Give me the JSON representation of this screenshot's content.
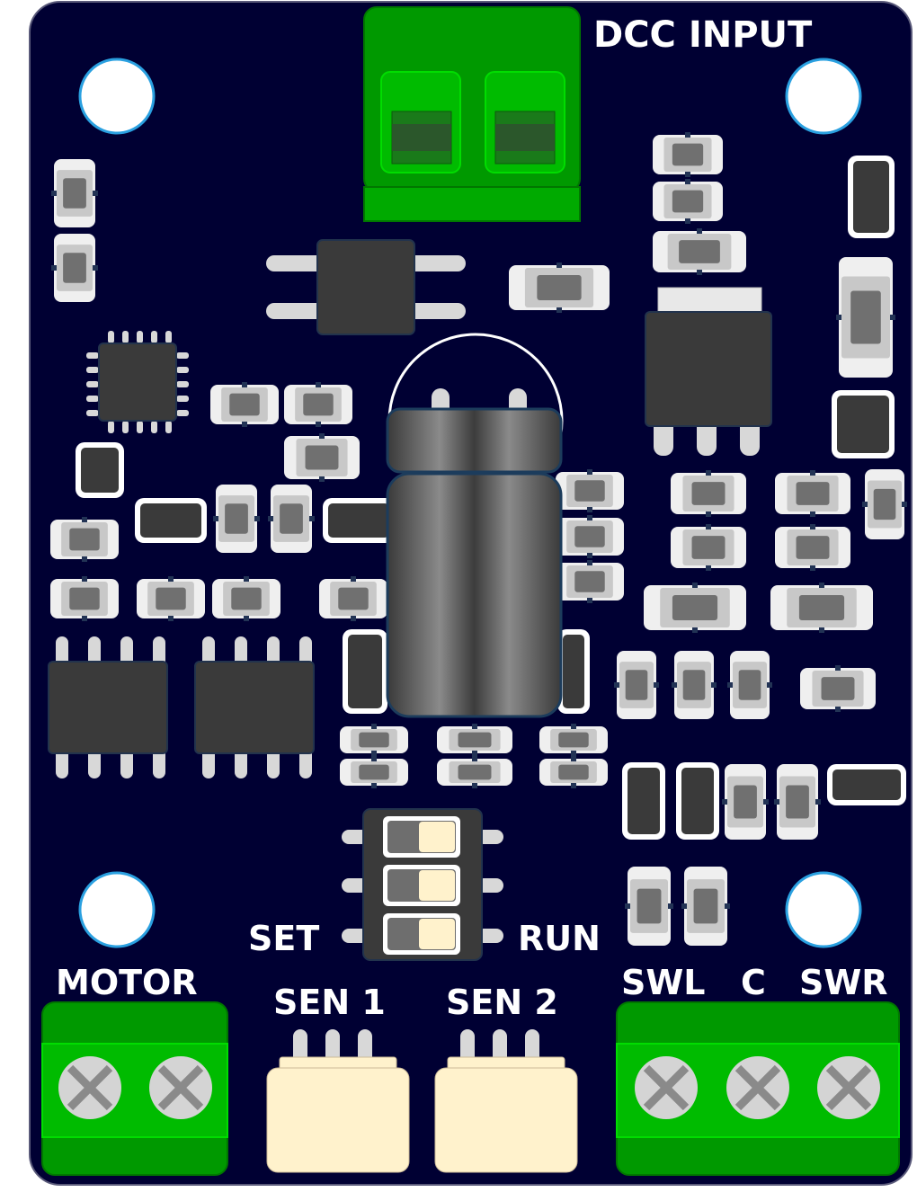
{
  "board": {
    "colors": {
      "pcb": "#000033",
      "pcb_edge": "#5a5a7a",
      "hole": "#ffffff",
      "hole_ring": "#2aa0e0",
      "terminal_dark": "#009900",
      "terminal_light": "#00cc00",
      "terminal_body": "#007700",
      "ic": "#3a3a3a",
      "ic_border": "#22334d",
      "pin": "#d8d8d8",
      "smd_pad": "#efefef",
      "smd_body": "#c8c8c8",
      "smd_center": "#707070",
      "jst": "#fff2cc",
      "screw": "#d4d4d4",
      "screw_x": "#8a8a8a",
      "label": "#ffffff"
    }
  },
  "labels": {
    "dcc_input": "DCC INPUT",
    "set": "SET",
    "run": "RUN",
    "motor": "MOTOR",
    "sen1": "SEN 1",
    "sen2": "SEN 2",
    "swl": "SWL",
    "c": "C",
    "swr": "SWR"
  }
}
